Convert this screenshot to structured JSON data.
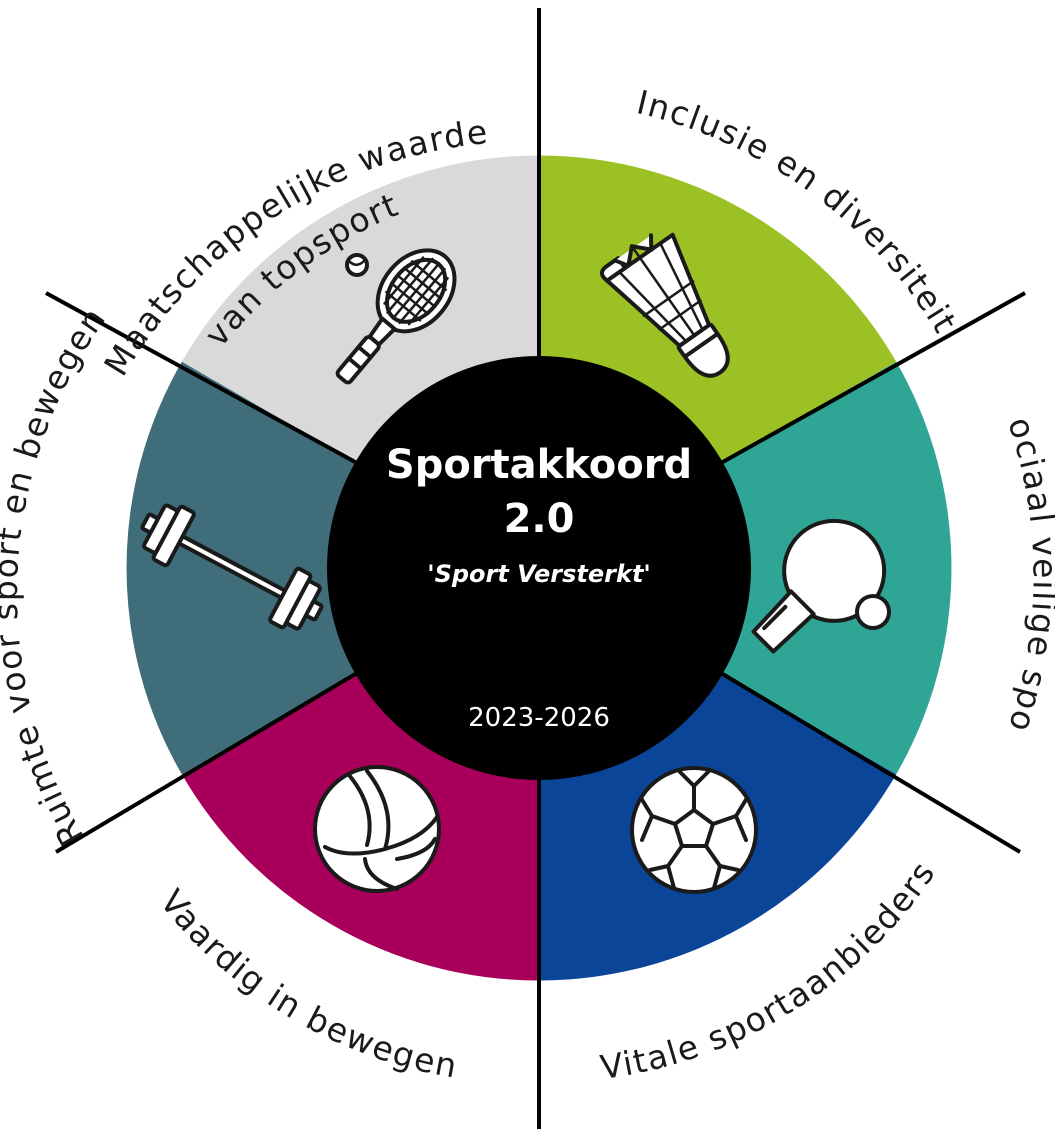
{
  "center": {
    "title_line1": "Sportakkoord",
    "title_line2": "2.0",
    "subtitle": "'Sport Versterkt'",
    "years": "2023-2026"
  },
  "segments": [
    {
      "id": "topsport",
      "label_line1": "Maatschappelijke waarde",
      "label_line2": "van topsport",
      "color": "#d9d9d9",
      "icon": "tennis-racket-icon"
    },
    {
      "id": "inclusie",
      "label_line1": "Inclusie en diversiteit",
      "label_line2": "",
      "color": "#9bc124",
      "icon": "shuttlecock-icon"
    },
    {
      "id": "sociaal",
      "label_line1": "Sociaal veilige sport",
      "label_line2": "",
      "color": "#2ea595",
      "icon": "ping-pong-paddle-icon"
    },
    {
      "id": "vitale",
      "label_line1": "Vitale sportaanbieders",
      "label_line2": "",
      "color": "#0b4598",
      "icon": "soccer-ball-icon"
    },
    {
      "id": "vaardig",
      "label_line1": "Vaardig in bewegen",
      "label_line2": "",
      "color": "#a8005a",
      "icon": "volleyball-icon"
    },
    {
      "id": "ruimte",
      "label_line1": "Ruimte voor sport  en bewegen",
      "label_line2": "",
      "color": "#3f6d7a",
      "icon": "dumbbell-icon"
    }
  ],
  "colors": {
    "center": "#000000",
    "divider": "#000000"
  }
}
